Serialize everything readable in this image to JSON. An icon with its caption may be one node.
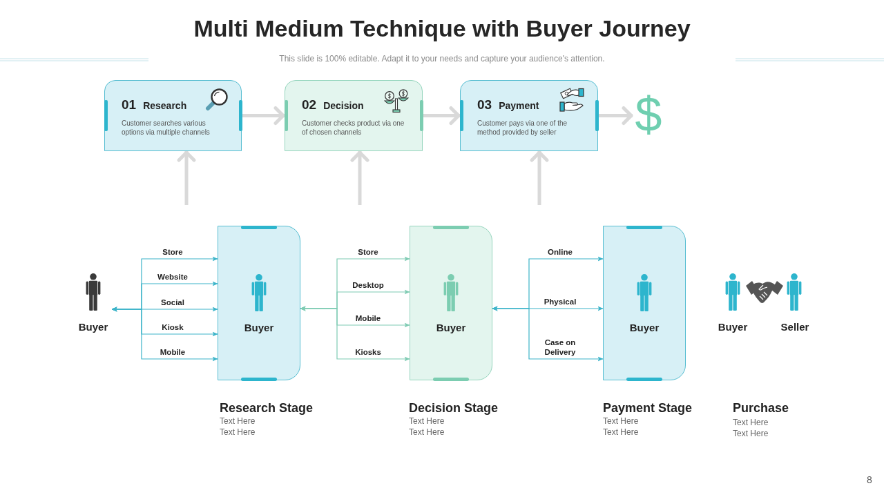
{
  "diagram": {
    "title": "Multi Medium Technique with Buyer Journey",
    "nodes": [
      {
        "text": [
          "01",
          "Research",
          "Customer searches various options via multiple channels"
        ]
      },
      {
        "text": [
          "02",
          "Decision",
          "Customer checks product via one of chosen channels"
        ]
      },
      {
        "text": [
          "03",
          "Payment",
          "Customer pays via one of the method provided by seller"
        ]
      },
      {
        "text": [
          "$"
        ]
      },
      {
        "text": [
          "Buyer"
        ]
      },
      {
        "text": [
          "Buyer"
        ],
        "beside": [
          "Research Stage",
          "Text Here",
          "Text Here"
        ]
      },
      {
        "text": [
          "Buyer"
        ],
        "beside": [
          "Decision Stage",
          "Text Here",
          "Text Here"
        ]
      },
      {
        "text": [
          "Buyer"
        ],
        "beside": [
          "Payment Stage",
          "Text Here",
          "Text Here"
        ]
      }
    ],
    "edges": [
      {
        "from": 0,
        "to": 1,
        "arrow": "to",
        "style": "thick",
        "color": "#d9d9d9"
      },
      {
        "from": 1,
        "to": 2,
        "arrow": "to",
        "style": "thick",
        "color": "#d9d9d9"
      },
      {
        "from": 2,
        "to": 3,
        "arrow": "to",
        "style": "thick",
        "color": "#d9d9d9"
      },
      {
        "from": null,
        "to": 0,
        "arrow": "to",
        "style": "thick",
        "color": "#d9d9d9"
      },
      {
        "from": null,
        "to": 1,
        "arrow": "to",
        "style": "thick",
        "color": "#d9d9d9"
      },
      {
        "from": null,
        "to": 2,
        "arrow": "to",
        "style": "thick",
        "color": "#d9d9d9"
      },
      {
        "from": 4,
        "to": 5,
        "arrow": "both",
        "label": "Store"
      },
      {
        "from": 4,
        "to": 5,
        "arrow": "both",
        "label": "Website"
      },
      {
        "from": 4,
        "to": 5,
        "arrow": "both",
        "label": "Social"
      },
      {
        "from": 4,
        "to": 5,
        "arrow": "both",
        "label": "Kiosk"
      },
      {
        "from": 4,
        "to": 5,
        "arrow": "both",
        "label": "Mobile"
      },
      {
        "from": 5,
        "to": 6,
        "arrow": "both",
        "label": "Store",
        "color": "#7fcbb3"
      },
      {
        "from": 5,
        "to": 6,
        "arrow": "both",
        "label": "Desktop",
        "color": "#7fcbb3"
      },
      {
        "from": 5,
        "to": 6,
        "arrow": "both",
        "label": "Mobile",
        "color": "#7fcbb3"
      },
      {
        "from": 5,
        "to": 6,
        "arrow": "both",
        "label": "Kiosks",
        "color": "#7fcbb3"
      },
      {
        "from": 6,
        "to": 7,
        "arrow": "both",
        "label": "Online"
      },
      {
        "from": 6,
        "to": 7,
        "arrow": "both",
        "label": "Physical"
      },
      {
        "from": 6,
        "to": 7,
        "arrow": "both",
        "label": "Case on Delivery"
      }
    ],
    "labels": [
      "This slide is 100% editable. Adapt it to your needs and capture your audience's attention.",
      "Buyer",
      "Seller",
      "Purchase",
      "Text Here",
      "Text Here",
      "8"
    ]
  }
}
